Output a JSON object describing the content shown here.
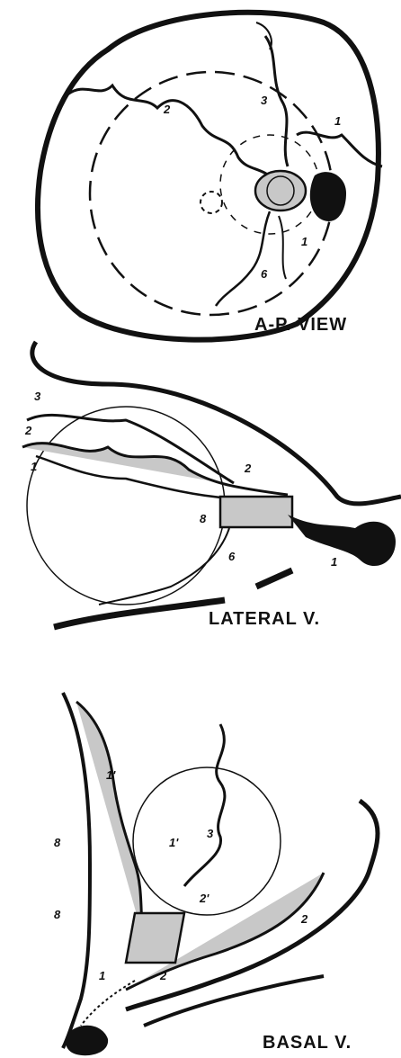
{
  "views": {
    "ap": {
      "caption": "A-P. VIEW"
    },
    "lateral": {
      "caption": "LATERAL V."
    },
    "basal": {
      "caption": "BASAL V."
    }
  },
  "labels": {
    "one": "1",
    "two": "2",
    "three": "3",
    "six": "6",
    "eight": "8",
    "one_prime": "1'",
    "two_prime": "2'"
  },
  "colors": {
    "ink": "#111111",
    "shade": "#c8c8c8",
    "paper": "#ffffff"
  }
}
